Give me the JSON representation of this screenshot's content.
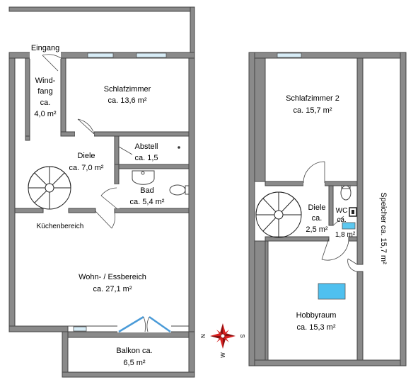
{
  "ground_floor": {
    "eingang": "Eingang",
    "windfang": [
      "Wind-",
      "fang",
      "ca.",
      "4,0 m²"
    ],
    "schlafzimmer": [
      "Schlafzimmer",
      "ca. 13,6 m²"
    ],
    "diele": [
      "Diele",
      "ca. 7,0 m²"
    ],
    "abstell": [
      "Abstell",
      "ca. 1,5"
    ],
    "bad": [
      "Bad",
      "ca. 5,4 m²"
    ],
    "kuechenbereich": "Küchenbereich",
    "wohn": [
      "Wohn- / Essbereich",
      "ca. 27,1 m²"
    ],
    "balkon": [
      "Balkon ca.",
      "6,5 m²"
    ]
  },
  "upper_floor": {
    "schlafzimmer2": [
      "Schlafzimmer 2",
      "ca. 15,7 m²"
    ],
    "diele": [
      "Diele",
      "ca.",
      "2,5 m²"
    ],
    "wc": [
      "WC",
      "ca.",
      "1,8 m²"
    ],
    "speicher": "Speicher  ca. 15,7 m²",
    "hobbyraum": [
      "Hobbyraum",
      "ca. 15,3 m²"
    ]
  },
  "compass": {
    "n": "N",
    "s": "S",
    "w": "W",
    "color": "#d62020"
  }
}
